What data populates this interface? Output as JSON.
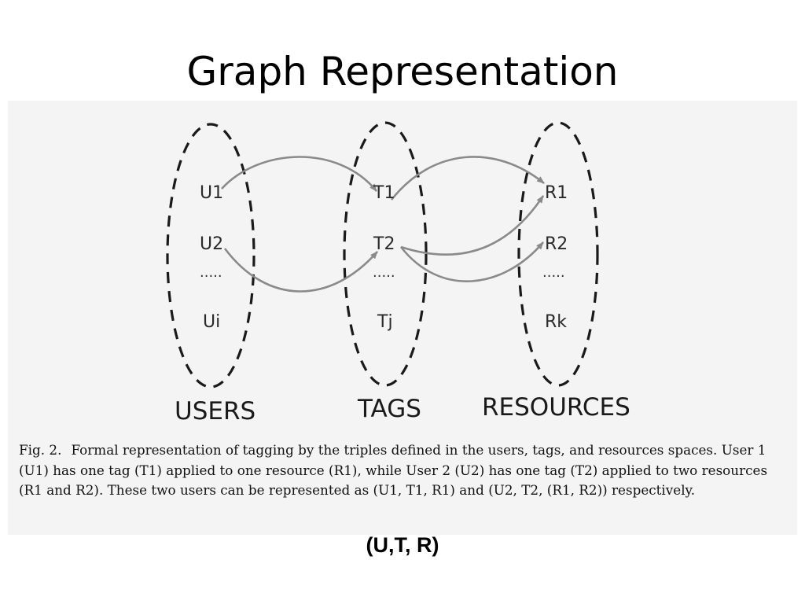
{
  "slide": {
    "title": "Graph Representation",
    "tuple_label": "(U,T, R)"
  },
  "diagram": {
    "users": {
      "group_label": "USERS",
      "nodes": [
        "U1",
        "U2",
        "Ui"
      ],
      "ellipsis": "....."
    },
    "tags": {
      "group_label": "TAGS",
      "nodes": [
        "T1",
        "T2",
        "Tj"
      ],
      "ellipsis": "....."
    },
    "resources": {
      "group_label": "RESOURCES",
      "nodes": [
        "R1",
        "R2",
        "Rk"
      ],
      "ellipsis": "....."
    },
    "edges": [
      {
        "from": "U1",
        "to": "T1"
      },
      {
        "from": "U2",
        "to": "T2"
      },
      {
        "from": "T1",
        "to": "R1"
      },
      {
        "from": "T2",
        "to": "R1"
      },
      {
        "from": "T2",
        "to": "R2"
      }
    ],
    "caption": {
      "figure_number": "Fig. 2.",
      "text": "Formal representation of tagging by the triples defined in the users, tags, and resources spaces. User 1 (U1) has one tag (T1) applied to one resource (R1), while User 2 (U2) has one tag (T2) applied to two resources (R1 and R2). These two users can be represented as (U1, T1, R1) and (U2, T2, (R1, R2)) respectively."
    }
  },
  "colors": {
    "arrow": "#8a8a8a",
    "ellipse_stroke": "#1a1a1a",
    "figure_background": "#f4f4f4"
  }
}
